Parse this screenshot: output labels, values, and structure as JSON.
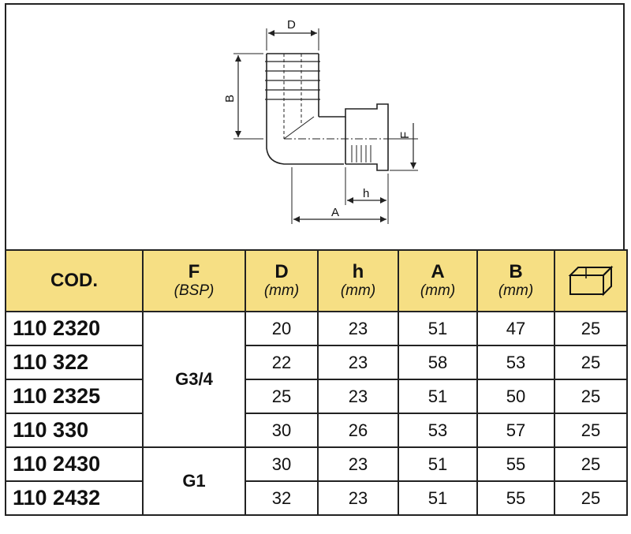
{
  "drawing": {
    "labels": {
      "d": "D",
      "b": "B",
      "f": "F",
      "h": "h",
      "a": "A"
    }
  },
  "table": {
    "headers": {
      "code": "COD.",
      "f": {
        "main": "F",
        "unit": "(BSP)"
      },
      "d": {
        "main": "D",
        "unit": "(mm)"
      },
      "h": {
        "main": "h",
        "unit": "(mm)"
      },
      "a": {
        "main": "A",
        "unit": "(mm)"
      },
      "b": {
        "main": "B",
        "unit": "(mm)"
      },
      "pack_icon": "box-icon"
    },
    "thread_groups": [
      {
        "label": "G3/4",
        "rows": 4
      },
      {
        "label": "G1",
        "rows": 2
      }
    ],
    "rows": [
      {
        "code": "110 2320",
        "d": "20",
        "h": "23",
        "a": "51",
        "b": "47",
        "pack": "25"
      },
      {
        "code": "110 322",
        "d": "22",
        "h": "23",
        "a": "58",
        "b": "53",
        "pack": "25"
      },
      {
        "code": "110 2325",
        "d": "25",
        "h": "23",
        "a": "51",
        "b": "50",
        "pack": "25"
      },
      {
        "code": "110 330",
        "d": "30",
        "h": "26",
        "a": "53",
        "b": "57",
        "pack": "25"
      },
      {
        "code": "110 2430",
        "d": "30",
        "h": "23",
        "a": "51",
        "b": "55",
        "pack": "25"
      },
      {
        "code": "110 2432",
        "d": "32",
        "h": "23",
        "a": "51",
        "b": "55",
        "pack": "25"
      }
    ],
    "colors": {
      "header_bg": "#f6df84",
      "border": "#222222"
    }
  }
}
